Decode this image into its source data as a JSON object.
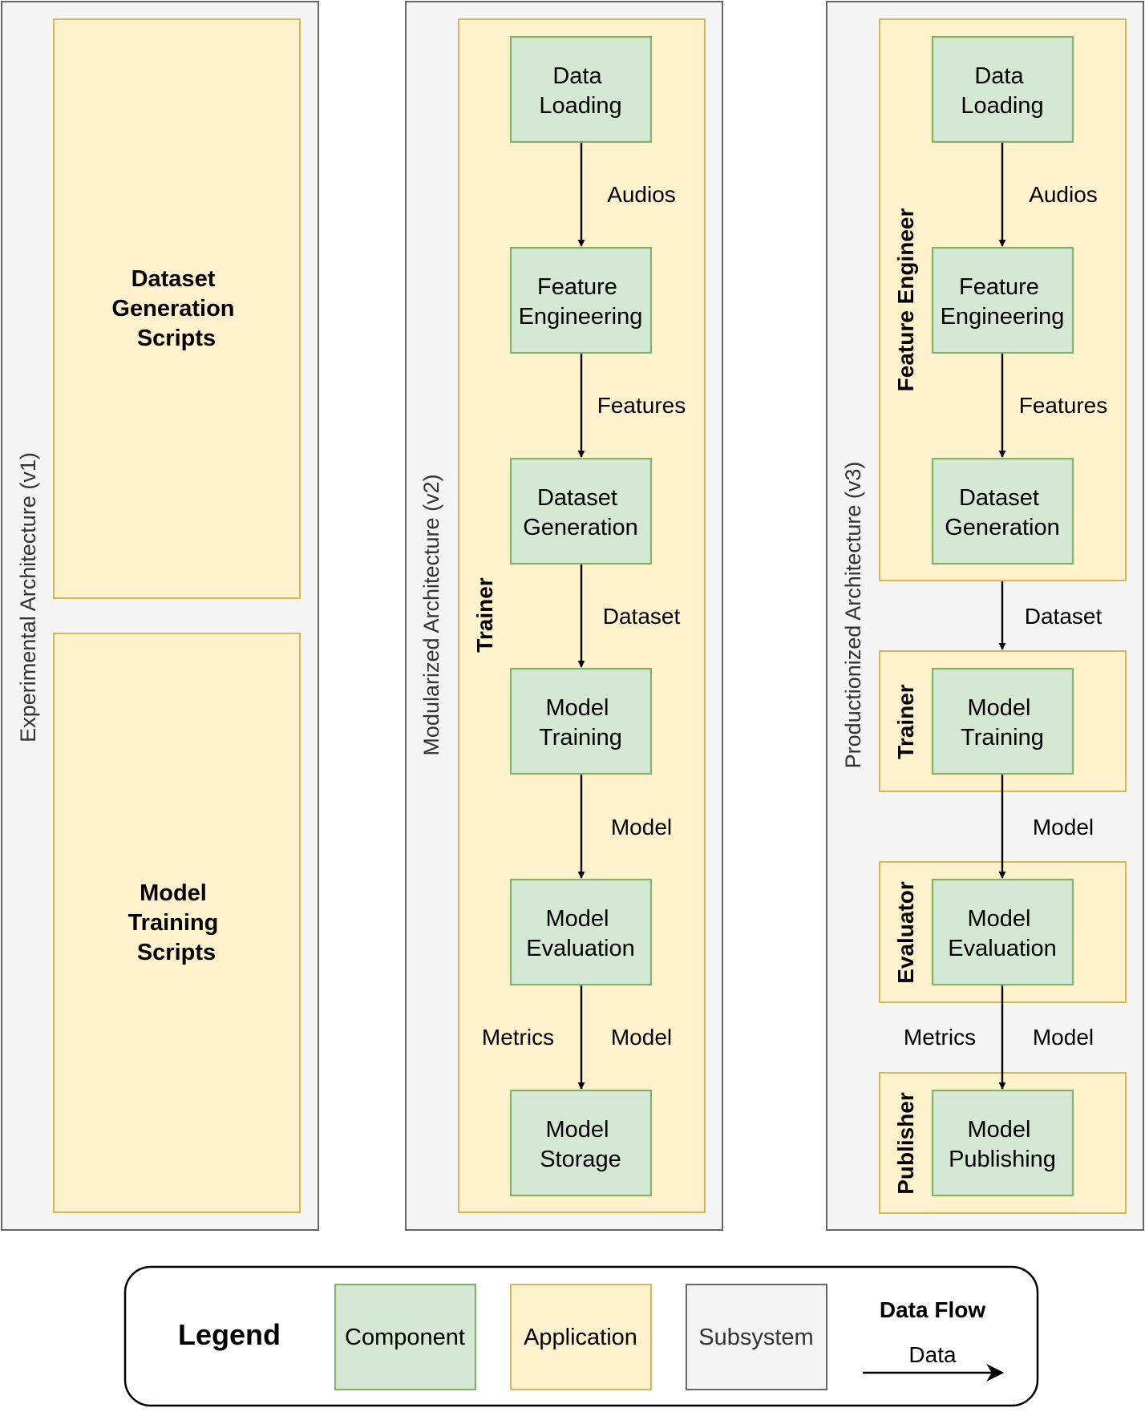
{
  "v1": {
    "title": "Experimental Architecture (v1)",
    "dataset_scripts": [
      "Dataset",
      "Generation",
      "Scripts"
    ],
    "training_scripts": [
      "Model",
      "Training",
      "Scripts"
    ]
  },
  "v2": {
    "title": "Modularized Architecture (v2)",
    "app": "Trainer",
    "components": [
      [
        "Data",
        "Loading"
      ],
      [
        "Feature",
        "Engineering"
      ],
      [
        "Dataset",
        "Generation"
      ],
      [
        "Model",
        "Training"
      ],
      [
        "Model",
        "Evaluation"
      ],
      [
        "Model",
        "Storage"
      ]
    ],
    "edges": [
      "Audios",
      "Features",
      "Dataset",
      "Model",
      "Metrics",
      "Model"
    ]
  },
  "v3": {
    "title": "Productionized Architecture (v3)",
    "apps": [
      "Feature Engineer",
      "Trainer",
      "Evaluator",
      "Publisher"
    ],
    "components": [
      [
        "Data",
        "Loading"
      ],
      [
        "Feature",
        "Engineering"
      ],
      [
        "Dataset",
        "Generation"
      ],
      [
        "Model",
        "Training"
      ],
      [
        "Model",
        "Evaluation"
      ],
      [
        "Model",
        "Publishing"
      ]
    ],
    "edges": [
      "Audios",
      "Features",
      "Dataset",
      "Model",
      "Metrics",
      "Model"
    ]
  },
  "legend": {
    "title": "Legend",
    "component": "Component",
    "application": "Application",
    "subsystem": "Subsystem",
    "flow_title": "Data Flow",
    "flow_label": "Data"
  },
  "colors": {
    "component_fill": "#d5e8d4",
    "component_stroke": "#82b366",
    "application_fill": "#fff2cc",
    "application_stroke": "#d6b656",
    "subsystem_fill": "#f5f5f5",
    "subsystem_stroke": "#666666"
  }
}
